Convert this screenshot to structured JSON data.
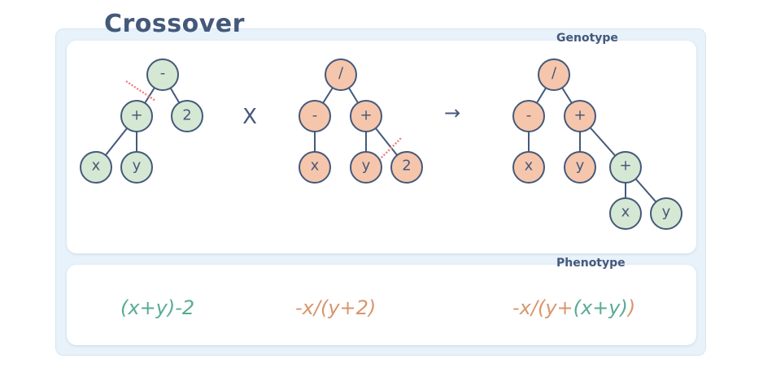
{
  "title": "Crossover",
  "genotype_label": "Genotype",
  "phenotype_label": "Phenotype",
  "operator_symbol": "X",
  "arrow_symbol": "→",
  "parent1": {
    "nodes": [
      "-",
      "+",
      "2",
      "x",
      "y"
    ],
    "expression": "(x+y)-2"
  },
  "parent2": {
    "nodes": [
      "/",
      "-",
      "+",
      "x",
      "y",
      "2"
    ],
    "expression": "-x/(y+2)"
  },
  "offspring": {
    "nodes": [
      "/",
      "-",
      "+",
      "x",
      "y",
      "+",
      "x",
      "y"
    ],
    "expression_parts": [
      "-x/(y+",
      "(x+y)",
      ")"
    ]
  },
  "colors": {
    "parent1": "#d5e8d4",
    "parent2": "#f5c6ac",
    "stroke": "#44597a",
    "cut": "#f08080"
  }
}
